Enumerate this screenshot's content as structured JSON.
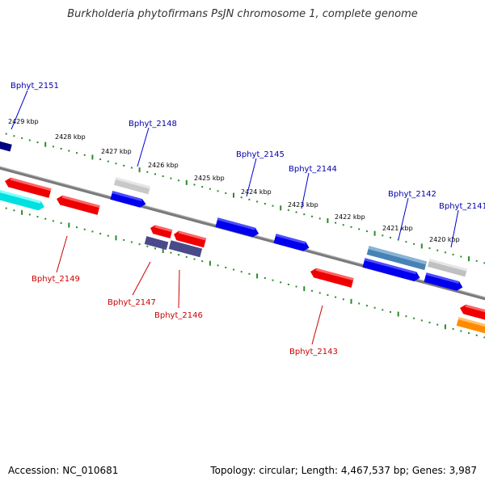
{
  "title": "Burkholderia phytofirmans PsJN chromosome 1, complete genome",
  "footer": {
    "accession": "Accession: NC_010681",
    "summary": "Topology: circular; Length: 4,467,537 bp; Genes: 3,987"
  },
  "colors": {
    "backbone": "#808080",
    "tick": "#2a8a2a",
    "top_label": "#0000aa",
    "bottom_label": "#cc0000"
  },
  "ruler_labels": [
    "2429 kbp",
    "2428 kbp",
    "2427 kbp",
    "2426 kbp",
    "2425 kbp",
    "2424 kbp",
    "2423 kbp",
    "2422 kbp",
    "2421 kbp",
    "2420 kbp"
  ],
  "gene_labels_top": [
    "Bphyt_2151",
    "Bphyt_2148",
    "Bphyt_2145",
    "Bphyt_2144",
    "Bphyt_2142",
    "Bphyt_2141"
  ],
  "gene_labels_bottom": [
    "Bphyt_2149",
    "Bphyt_2147",
    "Bphyt_2146",
    "Bphyt_2143"
  ],
  "gene_colors": {
    "red": "#ee0000",
    "blue": "#0000ee",
    "navy": "#000080",
    "cyan": "#00e0e0",
    "gray": "#c0c0c0",
    "slate": "#4a4a8a",
    "steel": "#4682b4",
    "orange": "#ff8c00"
  }
}
